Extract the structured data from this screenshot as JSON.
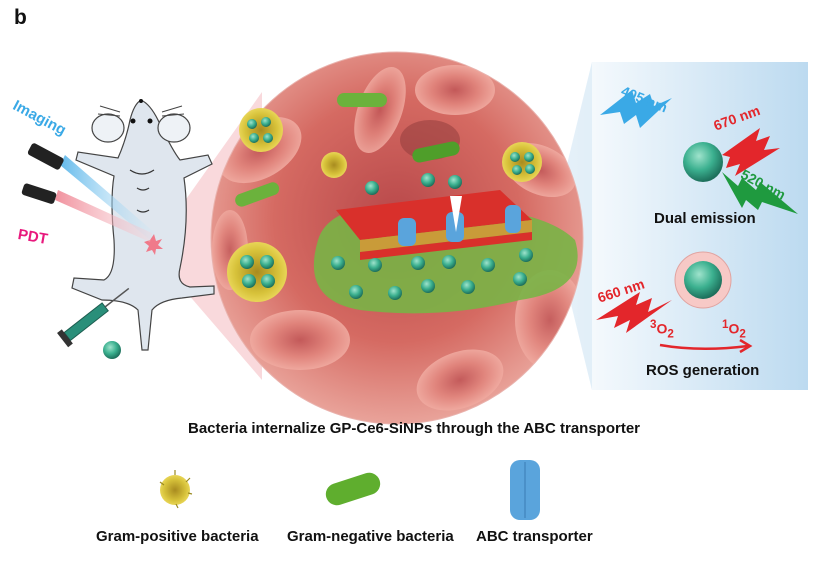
{
  "panel_label": "b",
  "mouse": {
    "imaging_label": "Imaging",
    "pdt_label": "PDT"
  },
  "right_panel": {
    "excitation_label": "405 nm",
    "emission_red_label": "670 nm",
    "emission_green_label": "520 nm",
    "dual_emission_label": "Dual emission",
    "pdt_excitation_label": "660 nm",
    "triplet_oxygen_sup": "3",
    "triplet_oxygen": "O",
    "triplet_oxygen_sub": "2",
    "singlet_oxygen_sup": "1",
    "singlet_oxygen": "O",
    "singlet_oxygen_sub": "2",
    "ros_label": "ROS generation"
  },
  "caption": "Bacteria internalize GP-Ce6-SiNPs through the ABC transporter",
  "legend": [
    {
      "icon": "gram-positive-bacterium",
      "label": "Gram-positive bacteria"
    },
    {
      "icon": "gram-negative-bacterium",
      "label": "Gram-negative bacteria"
    },
    {
      "icon": "abc-transporter",
      "label": "ABC transporter"
    }
  ],
  "colors": {
    "imaging": "#3aa9e6",
    "pdt": "#e8197d",
    "red_light": "#e3262b",
    "green_light": "#1f9a3f",
    "nanoparticle": "#3bb08f",
    "gram_positive": "#d9c93a",
    "gram_negative": "#5fae2e",
    "transporter": "#5aa4dc",
    "blood": "#d9605c"
  }
}
